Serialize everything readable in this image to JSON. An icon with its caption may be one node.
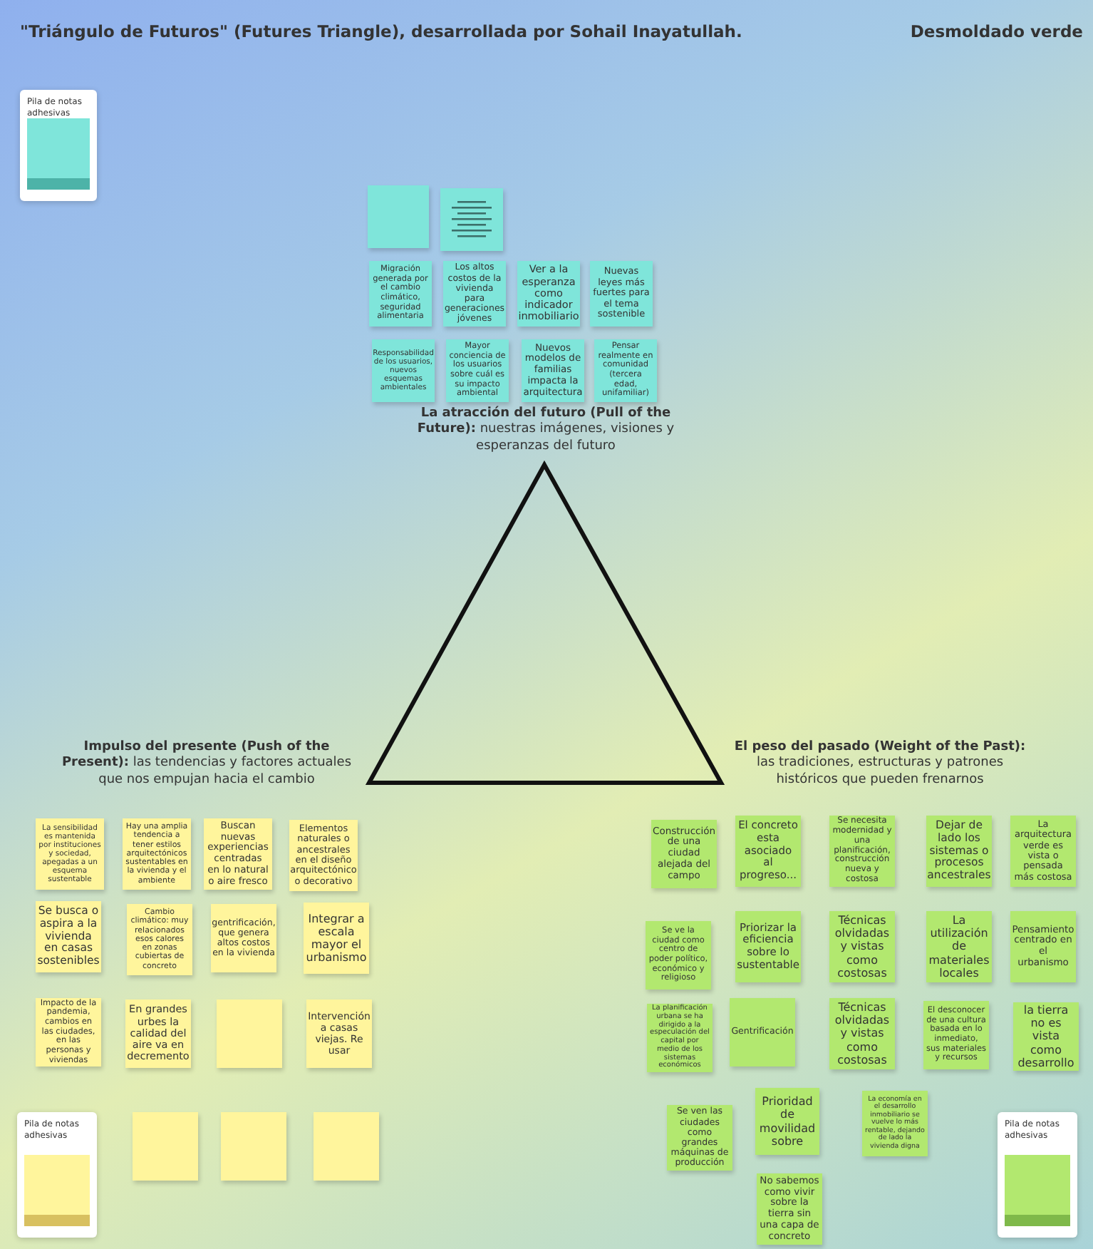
{
  "diagram": {
    "title": "\"Triángulo de Futuros\" (Futures Triangle), desarrollada por Sohail Inayatullah.",
    "nodes": [
      {
        "text": [
          "Pila de notas adhesivas"
        ]
      },
      {
        "text": [],
        "shape": "box"
      },
      {
        "text": [],
        "shape": "box"
      },
      {
        "text": [
          "Migración generada por el cambio climático, seguridad alimentaria"
        ]
      },
      {
        "text": [
          "Los altos costos de la vivienda para generaciones jóvenes"
        ]
      },
      {
        "text": [
          "Ver a la esperanza como indicador inmobiliario"
        ]
      },
      {
        "text": [
          "Nuevas leyes más fuertes para el tema sostenible"
        ]
      },
      {
        "text": [
          "Responsabilidad de los usuarios, nuevos esquemas ambientales"
        ]
      },
      {
        "text": [
          "Mayor conciencia de los usuarios sobre cuál es su impacto ambiental"
        ]
      },
      {
        "text": [
          "Nuevos modelos de familias impacta la arquitectura"
        ]
      },
      {
        "text": [
          "Pensar realmente en comunidad (tercera edad, unifamiliar)"
        ]
      },
      {
        "text": [
          "La sensibilidad es mantenida por instituciones y sociedad, apegadas a un esquema sustentable"
        ]
      },
      {
        "text": [
          "Hay una amplia tendencia a tener estilos arquitectónicos sustentables en la vivienda y el ambiente"
        ]
      },
      {
        "text": [
          "Buscan nuevas experiencias centradas en lo natural o aire fresco"
        ]
      },
      {
        "text": [
          "Elementos naturales o ancestrales en el diseño arquitectónico o decorativo"
        ]
      },
      {
        "text": [
          "Se busca o aspira a la vivienda en casas sostenibles"
        ]
      },
      {
        "text": [
          "Cambio climático: muy relacionados esos calores en zonas cubiertas de concreto"
        ]
      },
      {
        "text": [
          "gentrificación, que genera altos costos en la vivienda"
        ]
      },
      {
        "text": [
          "Integrar a escala mayor el urbanismo"
        ]
      },
      {
        "text": [
          "Impacto de la pandemia, cambios en las ciudades, en las personas y viviendas"
        ]
      },
      {
        "text": [
          "En grandes urbes la calidad del aire va en decremento"
        ]
      },
      {
        "text": [],
        "shape": "box"
      },
      {
        "text": [
          "Intervención a casas viejas. Re usar"
        ]
      },
      {
        "text": [
          "Pila de notas adhesivas"
        ]
      },
      {
        "text": [],
        "shape": "box"
      },
      {
        "text": [],
        "shape": "box"
      },
      {
        "text": [],
        "shape": "box"
      },
      {
        "text": [
          "Construcción de una ciudad alejada del campo"
        ]
      },
      {
        "text": [
          "El concreto esta asociado al progreso..."
        ]
      },
      {
        "text": [
          "Se necesita modernidad y una planificación, construcción nueva y costosa"
        ]
      },
      {
        "text": [
          "Dejar de lado los sistemas o procesos ancestrales"
        ]
      },
      {
        "text": [
          "La arquitectura verde es vista o pensada más costosa"
        ]
      },
      {
        "text": [
          "Se ve la ciudad como centro de poder político, económico y religioso"
        ]
      },
      {
        "text": [
          "Priorizar la eficiencia sobre lo sustentable"
        ]
      },
      {
        "text": [
          "Técnicas olvidadas y vistas como costosas"
        ]
      },
      {
        "text": [
          "La utilización de materiales locales"
        ]
      },
      {
        "text": [
          "Pensamiento centrado en el urbanismo"
        ]
      },
      {
        "text": [
          "La planificación urbana se ha dirigido a la especulación del capital por medio de los sistemas económicos"
        ]
      },
      {
        "text": [
          "Gentrificación"
        ]
      },
      {
        "text": [
          "Técnicas olvidadas y vistas como costosas"
        ]
      },
      {
        "text": [
          "El desconocer de una cultura basada en lo inmediato, sus materiales y recursos"
        ]
      },
      {
        "text": [
          "la tierra no es vista como desarrollo"
        ]
      },
      {
        "text": [
          "Se ven las ciudades como grandes máquinas de producción"
        ]
      },
      {
        "text": [
          "Prioridad de movilidad sobre"
        ]
      },
      {
        "text": [
          "La economía en el desarrollo inmobiliario se vuelve lo más rentable, dejando de lado la vivienda digna"
        ]
      },
      {
        "text": [
          "No sabemos como vivir sobre la tierra sin una capa de concreto"
        ]
      },
      {
        "text": [
          "Pila de notas adhesivas"
        ]
      }
    ],
    "labels": [
      "Desmoldado verde",
      "**La atracción del futuro (Pull of the Future):** nuestras imágenes, visiones y esperanzas del futuro",
      "**Impulso del presente (Push of the Present):** las tendencias y factores actuales que nos empujan hacia el cambio",
      "**El peso del pasado (Weight of the Past):** las tradiciones, estructuras y patrones históricos que pueden frenarnos"
    ]
  }
}
